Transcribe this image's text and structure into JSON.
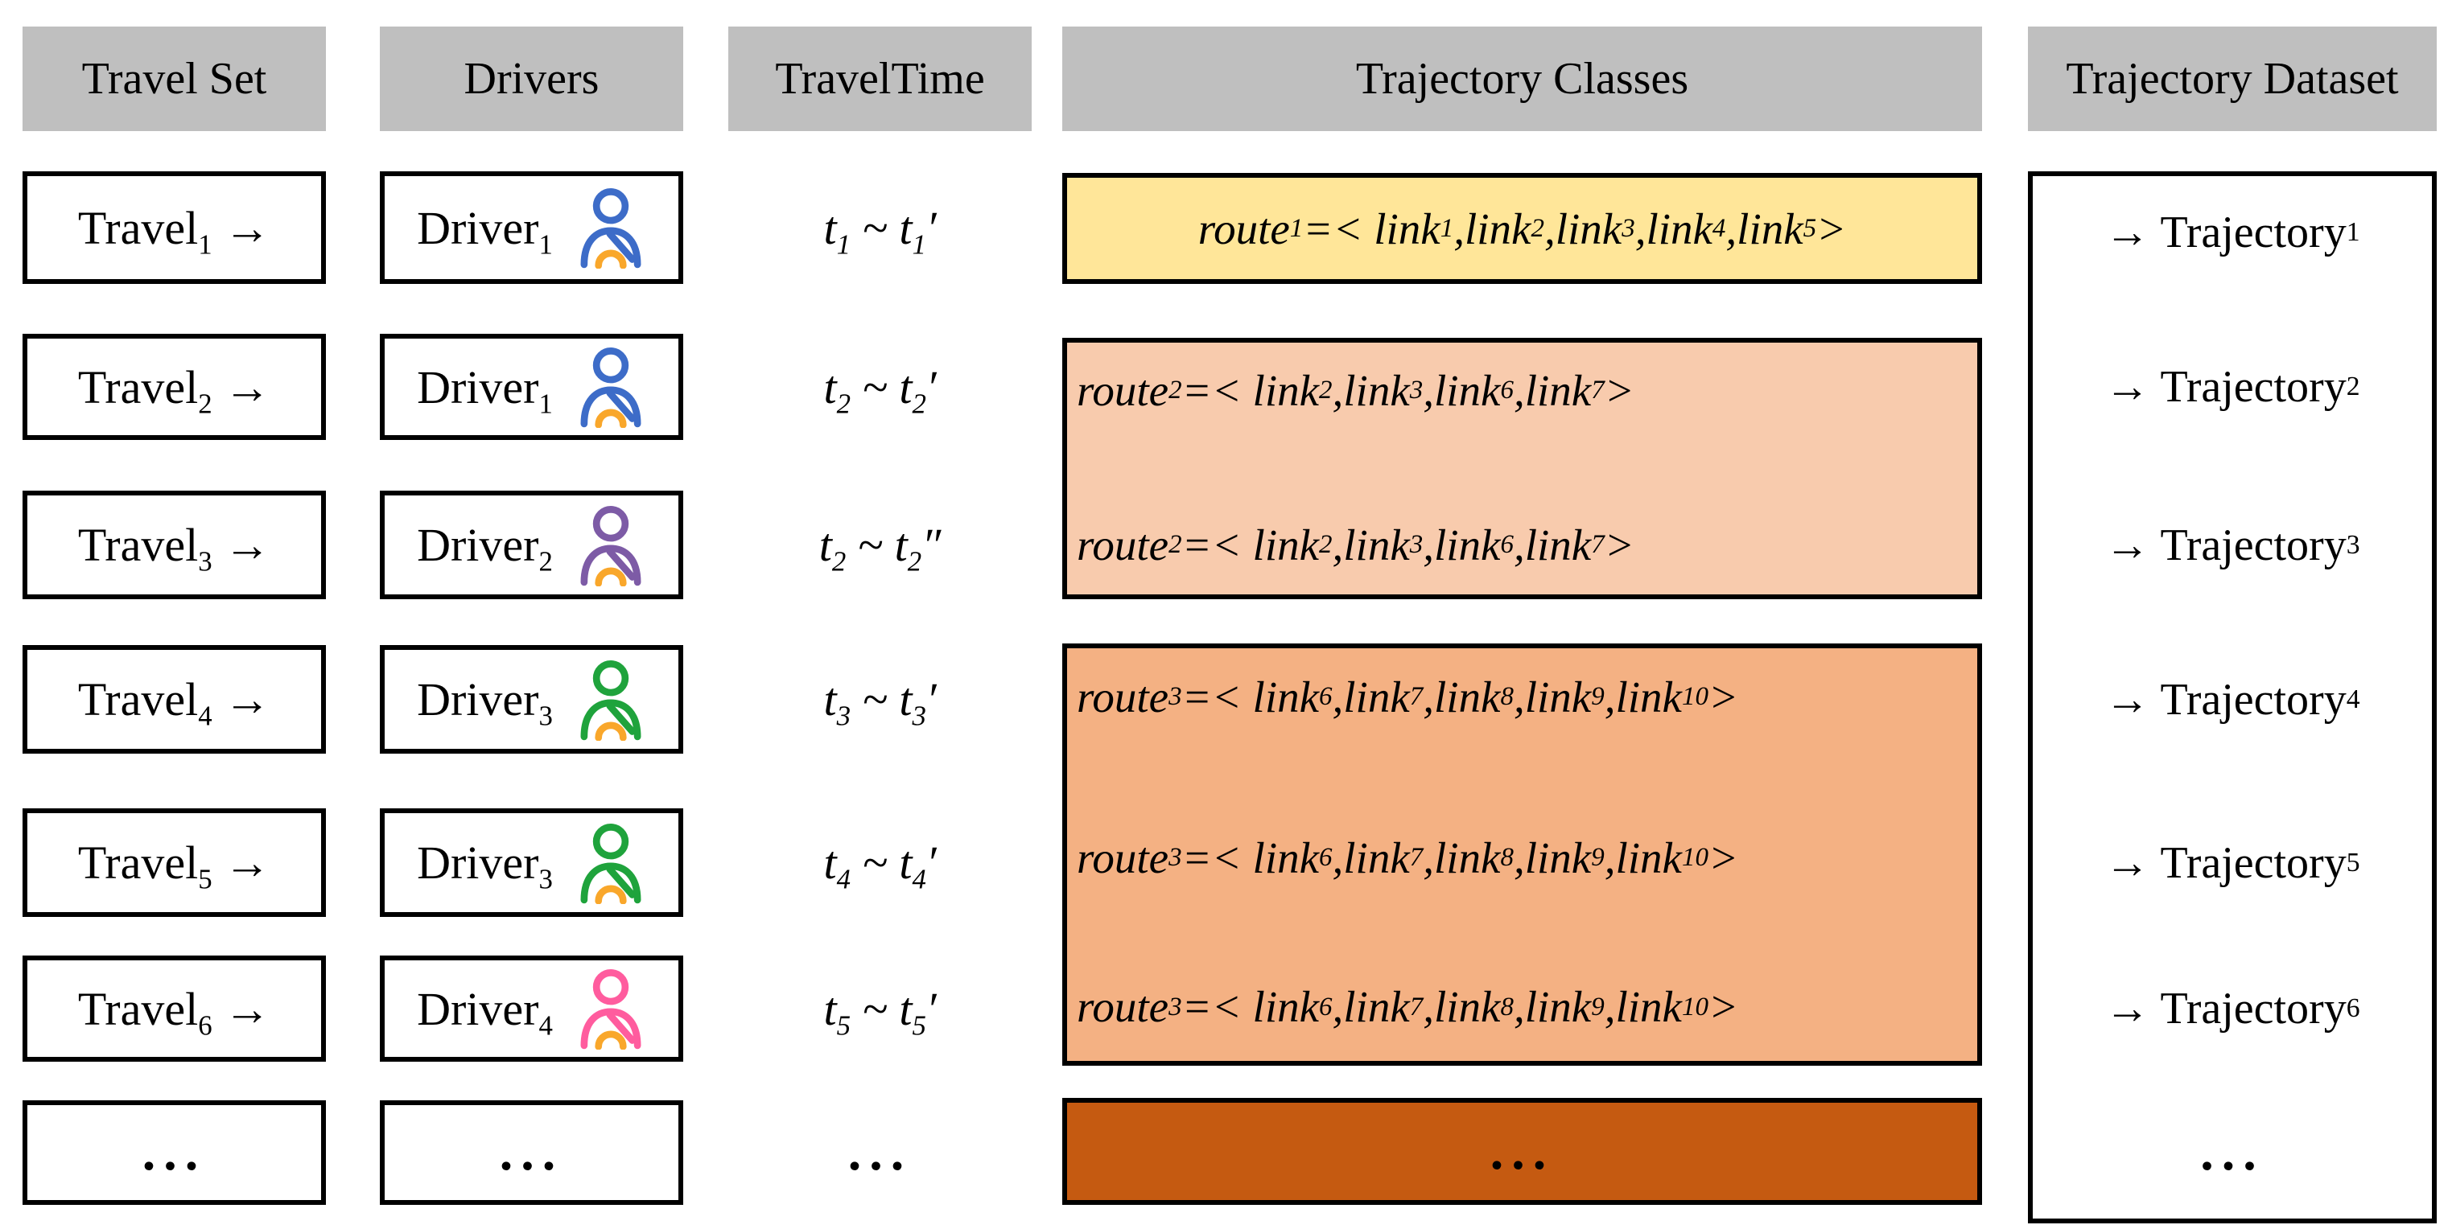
{
  "headers": {
    "travel_set": "Travel Set",
    "drivers": "Drivers",
    "travel_time": "TravelTime",
    "trajectory_classes": "Trajectory Classes",
    "trajectory_dataset": "Trajectory Dataset"
  },
  "colors": {
    "header_bg": "#BFBFBF",
    "box_border": "#000000",
    "collar_orange": "#F9A72B",
    "class_yellow": "#FFE699",
    "class_peach": "#F8CBAD",
    "class_orange": "#F4B183",
    "class_dark_orange": "#C55A11"
  },
  "travel_set": {
    "items": [
      "Travel{1} →",
      "Travel{2} →",
      "Travel{3} →",
      "Travel{4} →",
      "Travel{5} →",
      "Travel{6} →"
    ],
    "ellipsis": "..."
  },
  "drivers": {
    "items": [
      {
        "label": "Driver{1}",
        "icon": "person-icon",
        "color": "#3D6CC8"
      },
      {
        "label": "Driver{1}",
        "icon": "person-icon",
        "color": "#3D6CC8"
      },
      {
        "label": "Driver{2}",
        "icon": "person-icon",
        "color": "#7D5BA6"
      },
      {
        "label": "Driver{3}",
        "icon": "person-icon",
        "color": "#1FA33C"
      },
      {
        "label": "Driver{3}",
        "icon": "person-icon",
        "color": "#1FA33C"
      },
      {
        "label": "Driver{4}",
        "icon": "person-icon",
        "color": "#FF5C9E"
      }
    ],
    "ellipsis": "..."
  },
  "travel_time": {
    "items": [
      "t{1} ~ t{1}′",
      "t{2} ~ t{2}′",
      "t{2} ~ t{2}″",
      "t{3} ~ t{3}′",
      "t{4} ~ t{4}′",
      "t{5} ~ t{5}′"
    ],
    "ellipsis": "..."
  },
  "trajectory_classes": {
    "boxes": [
      {
        "fill": "#FFE699",
        "lines": [
          "route{1} =< link{1},link{2},link{3},link{4},link{5} >"
        ]
      },
      {
        "fill": "#F8CBAD",
        "lines": [
          "route{2} =< link{2},link{3},link{6},link{7} >",
          "route{2} =< link{2},link{3},link{6},link{7} >"
        ]
      },
      {
        "fill": "#F4B183",
        "lines": [
          "route{3} =< link{6},link{7},link{8},link{9},link{10} >",
          "route{3} =< link{6},link{7},link{8},link{9},link{10} >",
          "route{3} =< link{6},link{7},link{8},link{9},link{10} >"
        ]
      },
      {
        "fill": "#C55A11",
        "lines": [
          "..."
        ]
      }
    ]
  },
  "trajectory_dataset": {
    "items": [
      "→ Trajectory{1}",
      "→ Trajectory{2}",
      "→ Trajectory{3}",
      "→ Trajectory{4}",
      "→ Trajectory{5}",
      "→ Trajectory{6}"
    ],
    "ellipsis": "..."
  }
}
